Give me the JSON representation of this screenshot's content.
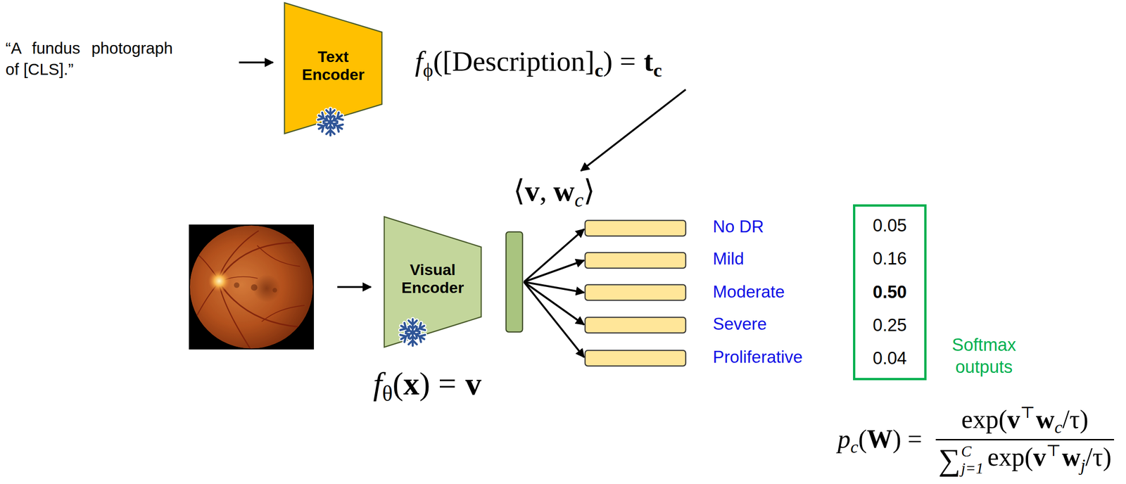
{
  "diagram": {
    "nodes": [
      {
        "text": [
          "Text Encoder"
        ]
      },
      {
        "text": [
          "Visual Encoder"
        ]
      },
      {
        "text": [
          "0.05",
          "0.16",
          "0.50",
          "0.25",
          "0.04"
        ]
      }
    ],
    "labels": [
      "“A fundus photograph of [CLS].”",
      "f",
      "ϕ",
      "([Description]",
      "c",
      ") =",
      "t",
      "c",
      "⟨",
      "v",
      ",",
      "w",
      "c",
      "⟩",
      "No DR",
      "Mild",
      "Moderate",
      "Severe",
      "Proliferative",
      "Softmax outputs",
      "f",
      "θ",
      "(",
      "x",
      ") =",
      "v",
      "p",
      "c",
      "(",
      "W",
      ") =",
      "exp(",
      "v",
      "⊤",
      "w",
      "c",
      "/τ)",
      "∑",
      "C",
      "j=1",
      "exp(",
      "v",
      "⊤",
      "w",
      "j",
      "/τ)"
    ]
  }
}
